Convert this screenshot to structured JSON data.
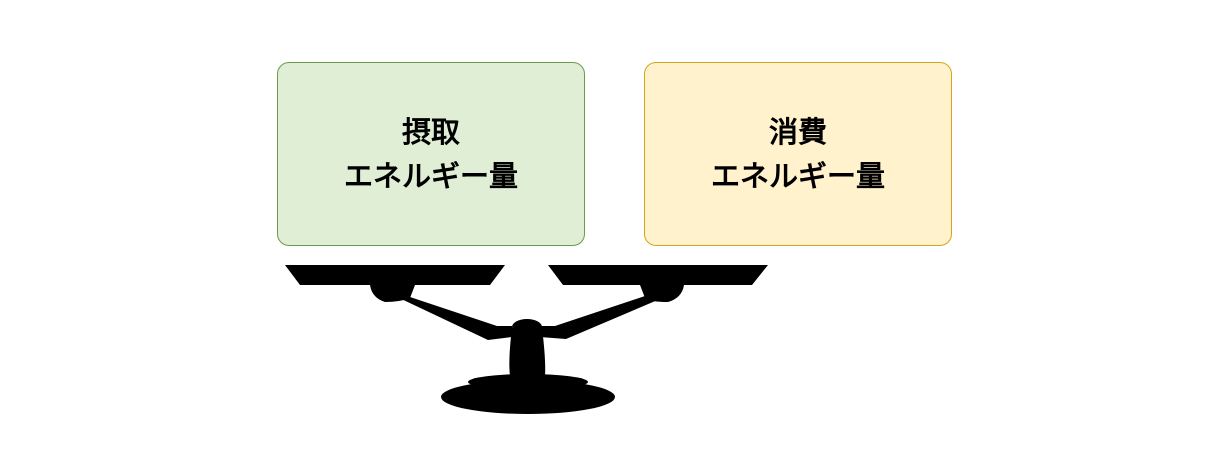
{
  "left_box": {
    "line1": "摂取",
    "line2": "エネルギー量",
    "fill": "#e0eed6",
    "border": "#6a9b4a"
  },
  "right_box": {
    "line1": "消費",
    "line2": "エネルギー量",
    "fill": "#fff2cc",
    "border": "#d6a515"
  },
  "scale_icon": "balance-scale-icon"
}
